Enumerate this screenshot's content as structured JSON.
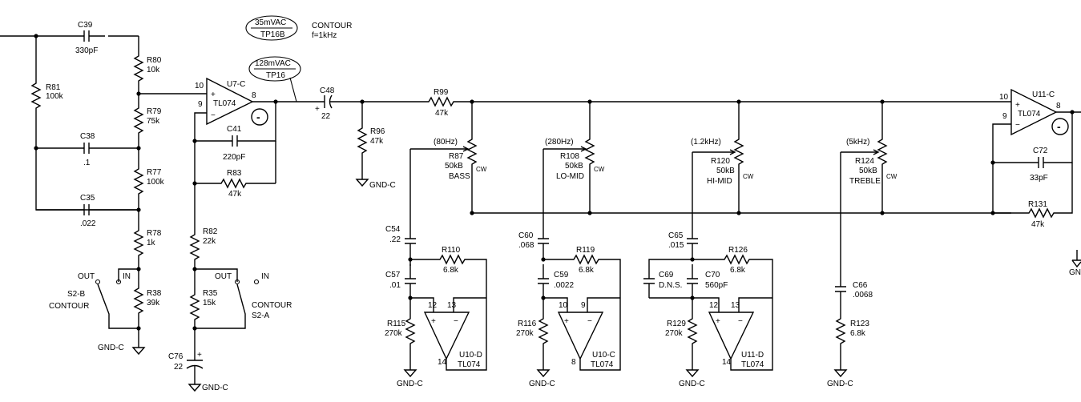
{
  "components": {
    "C39": {
      "ref": "C39",
      "value": "330pF"
    },
    "C38": {
      "ref": "C38",
      "value": ".1"
    },
    "C35": {
      "ref": "C35",
      "value": ".022"
    },
    "R80": {
      "ref": "R80",
      "value": "10k"
    },
    "R81": {
      "ref": "R81",
      "value": "100k"
    },
    "R79": {
      "ref": "R79",
      "value": "75k"
    },
    "R77": {
      "ref": "R77",
      "value": "100k"
    },
    "R78": {
      "ref": "R78",
      "value": "1k"
    },
    "R38": {
      "ref": "R38",
      "value": "39k"
    },
    "U7C": {
      "ref": "U7-C",
      "value": "TL074",
      "pin_in_plus": "10",
      "pin_in_minus": "9",
      "pin_out": "8"
    },
    "C41": {
      "ref": "C41",
      "value": "220pF"
    },
    "R83": {
      "ref": "R83",
      "value": "47k"
    },
    "R82": {
      "ref": "R82",
      "value": "22k"
    },
    "R35": {
      "ref": "R35",
      "value": "15k"
    },
    "C76": {
      "ref": "C76",
      "value": "22"
    },
    "C48": {
      "ref": "C48",
      "value": "22"
    },
    "R96": {
      "ref": "R96",
      "value": "47k"
    },
    "R99": {
      "ref": "R99",
      "value": "47k"
    },
    "R87": {
      "ref": "R87",
      "value": "50kB",
      "freq": "(80Hz)",
      "name": "BASS"
    },
    "R108": {
      "ref": "R108",
      "value": "50kB",
      "freq": "(280Hz)",
      "name": "LO-MID"
    },
    "R120": {
      "ref": "R120",
      "value": "50kB",
      "freq": "(1.2kHz)",
      "name": "HI-MID"
    },
    "R124": {
      "ref": "R124",
      "value": "50kB",
      "freq": "(5kHz)",
      "name": "TREBLE"
    },
    "C54": {
      "ref": "C54",
      "value": ".22"
    },
    "C57": {
      "ref": "C57",
      "value": ".01"
    },
    "R110": {
      "ref": "R110",
      "value": "6.8k"
    },
    "R115": {
      "ref": "R115",
      "value": "270k"
    },
    "U10D": {
      "ref": "U10-D",
      "value": "TL074",
      "pin_a": "12",
      "pin_b": "13",
      "pin_c": "14"
    },
    "C60": {
      "ref": "C60",
      "value": ".068"
    },
    "C59": {
      "ref": "C59",
      "value": ".0022"
    },
    "R119": {
      "ref": "R119",
      "value": "6.8k"
    },
    "R116": {
      "ref": "R116",
      "value": "270k"
    },
    "U10C": {
      "ref": "U10-C",
      "value": "TL074",
      "pin_a": "10",
      "pin_b": "9",
      "pin_c": "8"
    },
    "C65": {
      "ref": "C65",
      "value": ".015"
    },
    "C69": {
      "ref": "C69",
      "value": "D.N.S."
    },
    "C70": {
      "ref": "C70",
      "value": "560pF"
    },
    "R126": {
      "ref": "R126",
      "value": "6.8k"
    },
    "R129": {
      "ref": "R129",
      "value": "270k"
    },
    "U11D": {
      "ref": "U11-D",
      "value": "TL074",
      "pin_a": "12",
      "pin_b": "13",
      "pin_c": "14"
    },
    "C66": {
      "ref": "C66",
      "value": ".0068"
    },
    "R123": {
      "ref": "R123",
      "value": "6.8k"
    },
    "U11C": {
      "ref": "U11-C",
      "value": "TL074",
      "pin_in_plus": "10",
      "pin_in_minus": "9",
      "pin_out": "8"
    },
    "C72": {
      "ref": "C72",
      "value": "33pF"
    },
    "R131": {
      "ref": "R131",
      "value": "47k"
    }
  },
  "switches": {
    "S2B": {
      "ref": "S2-B",
      "name": "CONTOUR",
      "out": "OUT",
      "in": "IN"
    },
    "S2A": {
      "ref": "S2-A",
      "name": "CONTOUR",
      "out": "OUT",
      "in": "IN"
    }
  },
  "testpoints": {
    "tp16b": {
      "voltage": "35mVAC",
      "label": "TP16B",
      "note1": "CONTOUR",
      "note2": "f=1kHz"
    },
    "tp16": {
      "voltage": "128mVAC",
      "label": "TP16"
    }
  },
  "labels": {
    "gnd": "GND-C",
    "gnd_cut": "GN",
    "cw": "CW",
    "plus": "+",
    "minus": "−",
    "polarity_minus": "-"
  }
}
